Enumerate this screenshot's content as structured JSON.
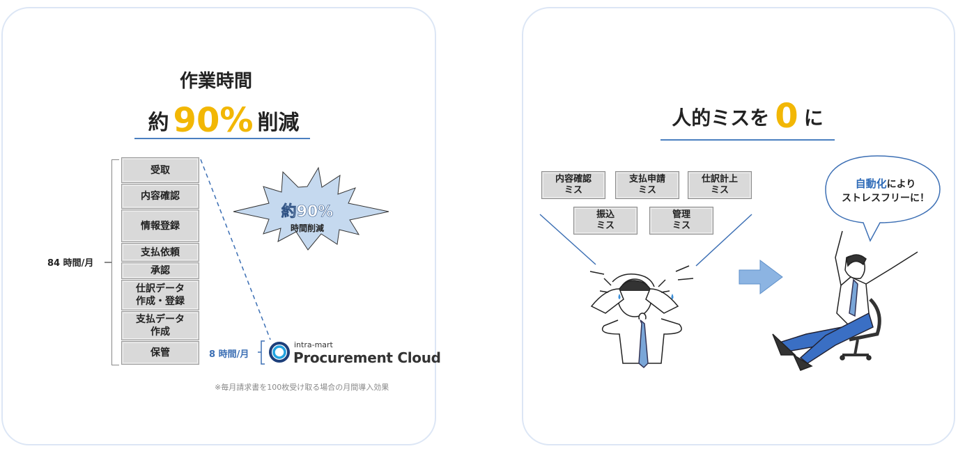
{
  "left_card": {
    "title_line1": "作業時間",
    "title_prefix": "約",
    "title_value": "90%",
    "title_suffix": "削減",
    "steps": [
      "受取",
      "内容確認",
      "情報登録",
      "支払依頼",
      "承認",
      "仕訳データ\n作成・登録",
      "支払データ\n作成",
      "保管"
    ],
    "before_label": "84 時間/月",
    "after_label": "8 時間/月",
    "burst_value": "約90%",
    "burst_caption": "時間削減",
    "logo_small": "intra-mart",
    "logo_name": "Procurement Cloud",
    "footnote": "※毎月請求書を100枚受け取る場合の月間導入効果"
  },
  "right_card": {
    "title_prefix": "人的ミスを",
    "title_value": "0",
    "title_suffix": "に",
    "errors_row1": [
      "内容確認\nミス",
      "支払申請\nミス",
      "仕訳計上\nミス"
    ],
    "errors_row2": [
      "振込\nミス",
      "管理\nミス"
    ],
    "bubble_highlight": "自動化",
    "bubble_rest": "により",
    "bubble_line2": "ストレスフリーに！"
  },
  "colors": {
    "accent_yellow": "#f2b705",
    "accent_blue": "#3c6fb4",
    "burst_fill": "#c5d9ef",
    "arrow_fill": "#8cb4e2"
  }
}
